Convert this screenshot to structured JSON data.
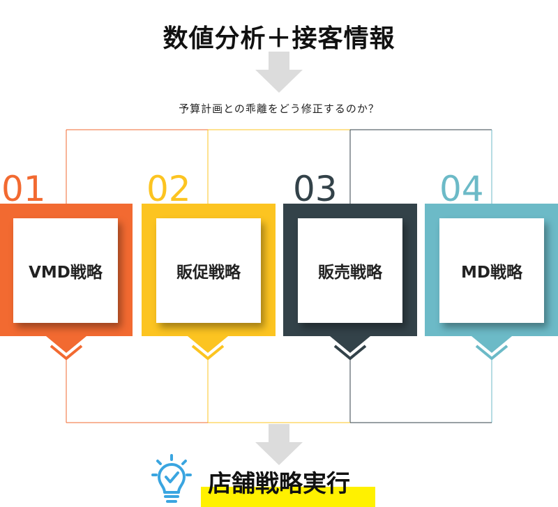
{
  "header": {
    "title": "数値分析＋接客情報"
  },
  "question": "予算計画との乖離をどう修正するのか？",
  "strategies": [
    {
      "number": "01",
      "label": "VMD戦略",
      "color": "#f26a31"
    },
    {
      "number": "02",
      "label": "販促戦略",
      "color": "#fcc421"
    },
    {
      "number": "03",
      "label": "販売戦略",
      "color": "#334249"
    },
    {
      "number": "04",
      "label": "MD戦略",
      "color": "#6cbac7"
    }
  ],
  "footer": {
    "title": "店舗戦略実行",
    "highlight_color": "#fff100",
    "icon": "lightbulb-check-icon",
    "icon_color": "#3aa5e0"
  },
  "arrow_color": "#dcdcdc"
}
